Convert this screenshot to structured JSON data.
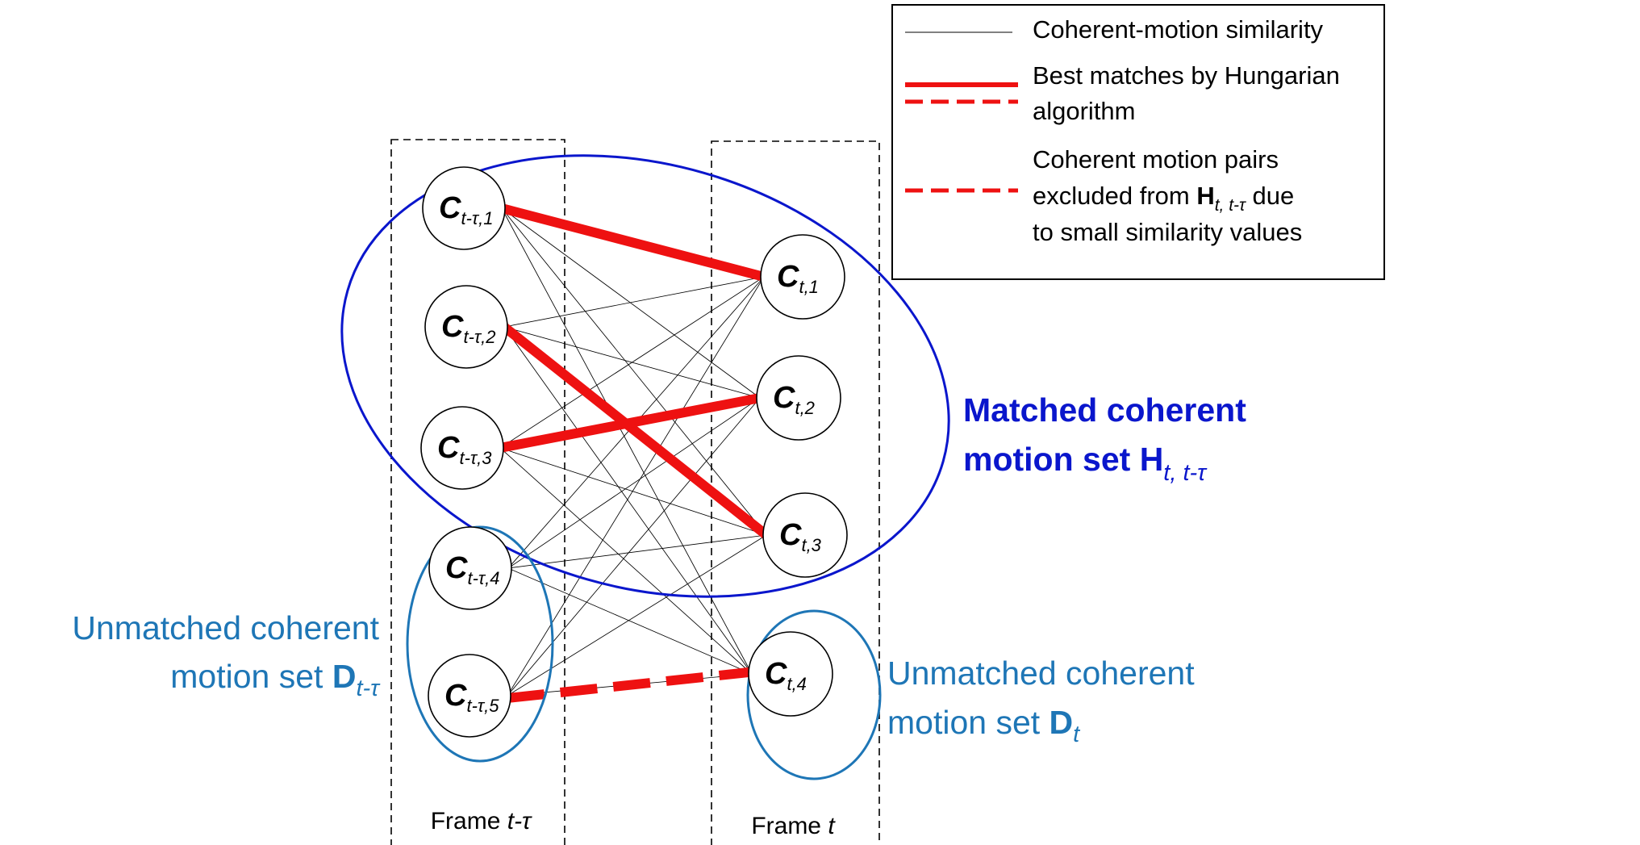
{
  "legend": {
    "similarity": "Coherent-motion similarity",
    "best_line1": "Best matches by Hungarian",
    "best_line2": "algorithm",
    "excluded_line1": "Coherent motion pairs",
    "excluded_line2_pre": "excluded  from ",
    "excluded_line2_bold": "H",
    "excluded_line2_sub": "t, t-τ",
    "excluded_line2_post": " due",
    "excluded_line3": "to small similarity values"
  },
  "frames": {
    "left_label_pre": "Frame ",
    "left_label_var": "t-τ",
    "right_label_pre": "Frame ",
    "right_label_var": "t"
  },
  "nodes": {
    "left": [
      {
        "main": "C",
        "sub": "t-τ,1"
      },
      {
        "main": "C",
        "sub": "t-τ,2"
      },
      {
        "main": "C",
        "sub": "t-τ,3"
      },
      {
        "main": "C",
        "sub": "t-τ,4"
      },
      {
        "main": "C",
        "sub": "t-τ,5"
      }
    ],
    "right": [
      {
        "main": "C",
        "sub": "t,1"
      },
      {
        "main": "C",
        "sub": "t,2"
      },
      {
        "main": "C",
        "sub": "t,3"
      },
      {
        "main": "C",
        "sub": "t,4"
      }
    ]
  },
  "sets": {
    "matched_line1": "Matched coherent",
    "matched_line2": "motion set ",
    "matched_bold": "H",
    "matched_sub": "t, t-τ",
    "unmatched_left_line1": "Unmatched coherent",
    "unmatched_left_line2": "motion set ",
    "unmatched_left_bold": "D",
    "unmatched_left_sub": "t-τ",
    "unmatched_right_line1": "Unmatched coherent",
    "unmatched_right_line2": "motion set ",
    "unmatched_right_bold": "D",
    "unmatched_right_sub": "t"
  },
  "colors": {
    "matched_set": "#0a16cc",
    "unmatched_set": "#1e76b6",
    "best_match": "#ee1111"
  },
  "edges": {
    "best_matches": [
      [
        0,
        0
      ],
      [
        1,
        2
      ],
      [
        2,
        1
      ]
    ],
    "excluded": [
      [
        4,
        3
      ]
    ]
  }
}
